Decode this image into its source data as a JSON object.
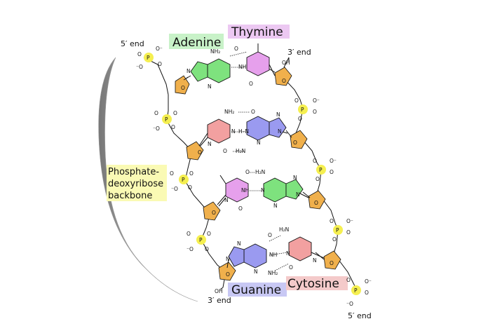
{
  "labels": {
    "adenine": "Adenine",
    "thymine": "Thymine",
    "guanine": "Guanine",
    "cytosine": "Cytosine",
    "end5_top": "5′ end",
    "end3_top": "3′ end",
    "end3_bottom": "3′ end",
    "end5_bottom": "5′ end",
    "backbone_line1": "Phosphate-",
    "backbone_line2": "deoxyribose",
    "backbone_line3": "backbone"
  },
  "atoms": {
    "p": "P",
    "o": "O",
    "o_minus": "O⁻",
    "minus_o": "⁻O",
    "oh": "OH",
    "n": "N",
    "nh": "NH",
    "h_n": "H–N",
    "nh2": "NH₂",
    "h2n": "H₂N"
  },
  "colors": {
    "adenine": "#7ee27e",
    "thymine": "#e6a0ec",
    "guanine": "#9a9af0",
    "cytosine": "#f2a0a0",
    "sugar": "#f0b04c",
    "phosphate": "#f5ef50",
    "adenine_label_bg": "#c8f2c8",
    "thymine_label_bg": "#ecc8f2",
    "guanine_label_bg": "#c8c8f4",
    "cytosine_label_bg": "#f4caca",
    "backbone_label_bg": "#fafab4"
  }
}
